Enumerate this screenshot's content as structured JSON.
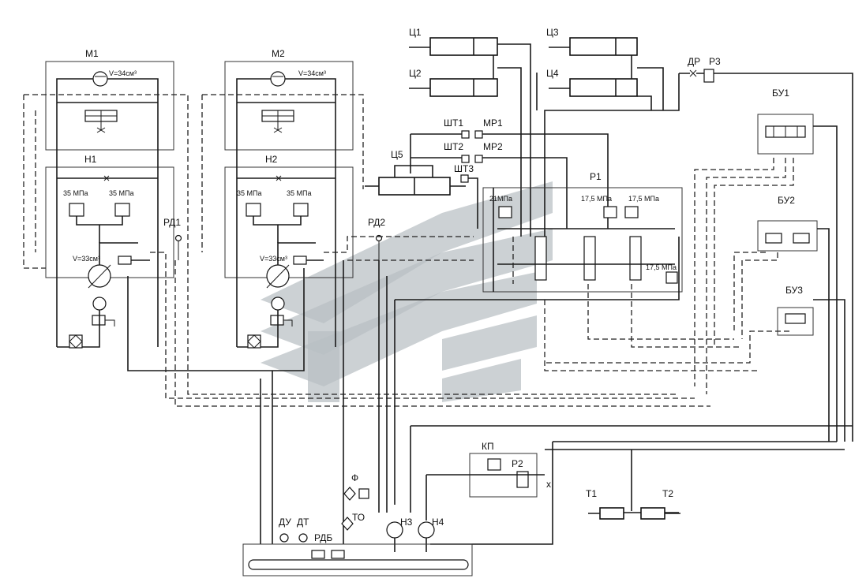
{
  "labels": {
    "m1": "М1",
    "m2": "М2",
    "h1": "Н1",
    "h2": "Н2",
    "h3": "Н3",
    "h4": "Н4",
    "rd1": "РД1",
    "rd2": "РД2",
    "c1": "Ц1",
    "c2": "Ц2",
    "c3": "Ц3",
    "c4": "Ц4",
    "c5": "Ц5",
    "sht1": "ШТ1",
    "sht2": "ШТ2",
    "sht3": "ШТ3",
    "mr1": "МР1",
    "mr2": "МР2",
    "dr": "ДР",
    "r3": "Р3",
    "r1": "Р1",
    "r2": "Р2",
    "bu1": "БУ1",
    "bu2": "БУ2",
    "bu3": "БУ3",
    "kp": "КП",
    "t1": "Т1",
    "t2": "Т2",
    "f": "Ф",
    "to": "ТО",
    "du": "ДУ",
    "dt": "ДТ",
    "rdb": "РДБ",
    "x": "x"
  },
  "values": {
    "motor_volume": "V=34см³",
    "pump_volume": "V=33см³",
    "p35": "35 МПа",
    "p21": "21МПа",
    "p175": "17,5 МПа"
  }
}
